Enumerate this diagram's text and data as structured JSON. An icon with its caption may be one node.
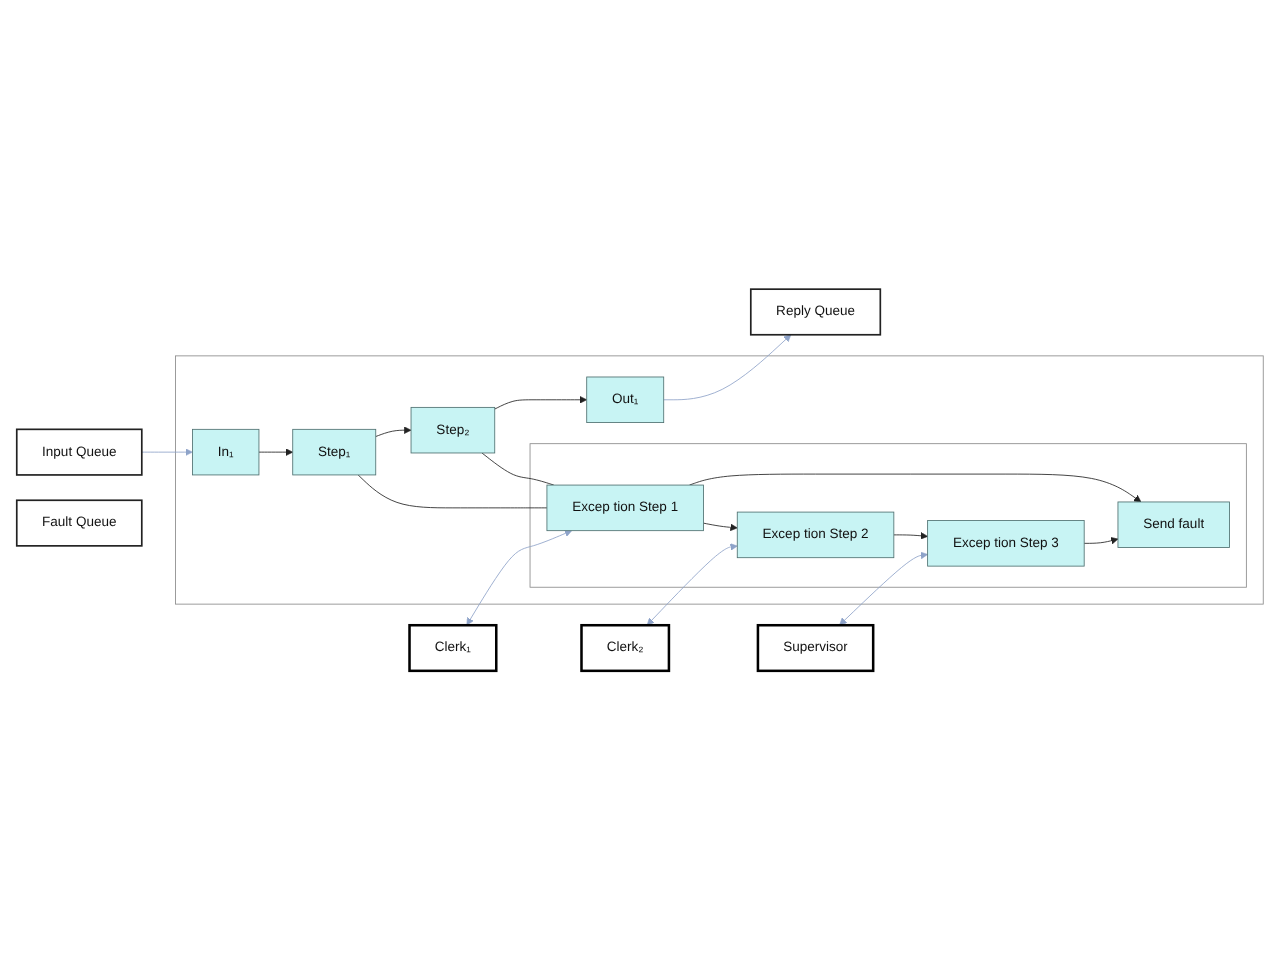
{
  "diagram": {
    "nodes": [
      {
        "text": [],
        "shape": "box"
      },
      {
        "text": [
          "Input Queue"
        ]
      },
      {
        "text": [
          "In₁"
        ],
        "in": 0
      },
      {
        "text": [
          "Step₁"
        ],
        "in": 0
      },
      {
        "text": [
          "Step₂"
        ],
        "in": 0
      },
      {
        "text": [
          "Out₁"
        ],
        "in": 0
      },
      {
        "text": [
          "Reply Queue"
        ]
      },
      {
        "text": [],
        "shape": "box",
        "in": 0
      },
      {
        "text": [
          "Excep tion Step 1"
        ],
        "in": 7
      },
      {
        "text": [
          "Excep tion Step 2"
        ],
        "in": 7
      },
      {
        "text": [
          "Excep tion Step 3"
        ],
        "in": 7
      },
      {
        "text": [
          "Send fault"
        ],
        "in": 7
      },
      {
        "text": [
          "Fault Queue"
        ]
      },
      {
        "text": [
          "Clerk₁"
        ]
      },
      {
        "text": [
          "Clerk₂"
        ]
      },
      {
        "text": [
          "Supervisor"
        ]
      }
    ],
    "edges": [
      {
        "from": 1,
        "to": 2,
        "arrow": "to",
        "color": "#8ea3c9"
      },
      {
        "from": 2,
        "to": 3,
        "arrow": "to"
      },
      {
        "from": 3,
        "to": 4,
        "arrow": "to"
      },
      {
        "from": 4,
        "to": 5,
        "arrow": "to"
      },
      {
        "from": 5,
        "to": 6,
        "arrow": "to",
        "color": "#8ea3c9"
      },
      {
        "from": 3,
        "to": 8,
        "arrow": "none"
      },
      {
        "from": 4,
        "to": 8,
        "arrow": "none"
      },
      {
        "from": 8,
        "to": 11,
        "arrow": "to"
      },
      {
        "from": 8,
        "to": 9,
        "arrow": "to"
      },
      {
        "from": 9,
        "to": 10,
        "arrow": "to"
      },
      {
        "from": 10,
        "to": 11,
        "arrow": "to"
      },
      {
        "from": 13,
        "to": 8,
        "arrow": "both",
        "color": "#8ea3c9"
      },
      {
        "from": 14,
        "to": 9,
        "arrow": "both",
        "color": "#8ea3c9"
      },
      {
        "from": 15,
        "to": 10,
        "arrow": "both",
        "color": "#8ea3c9"
      }
    ]
  }
}
